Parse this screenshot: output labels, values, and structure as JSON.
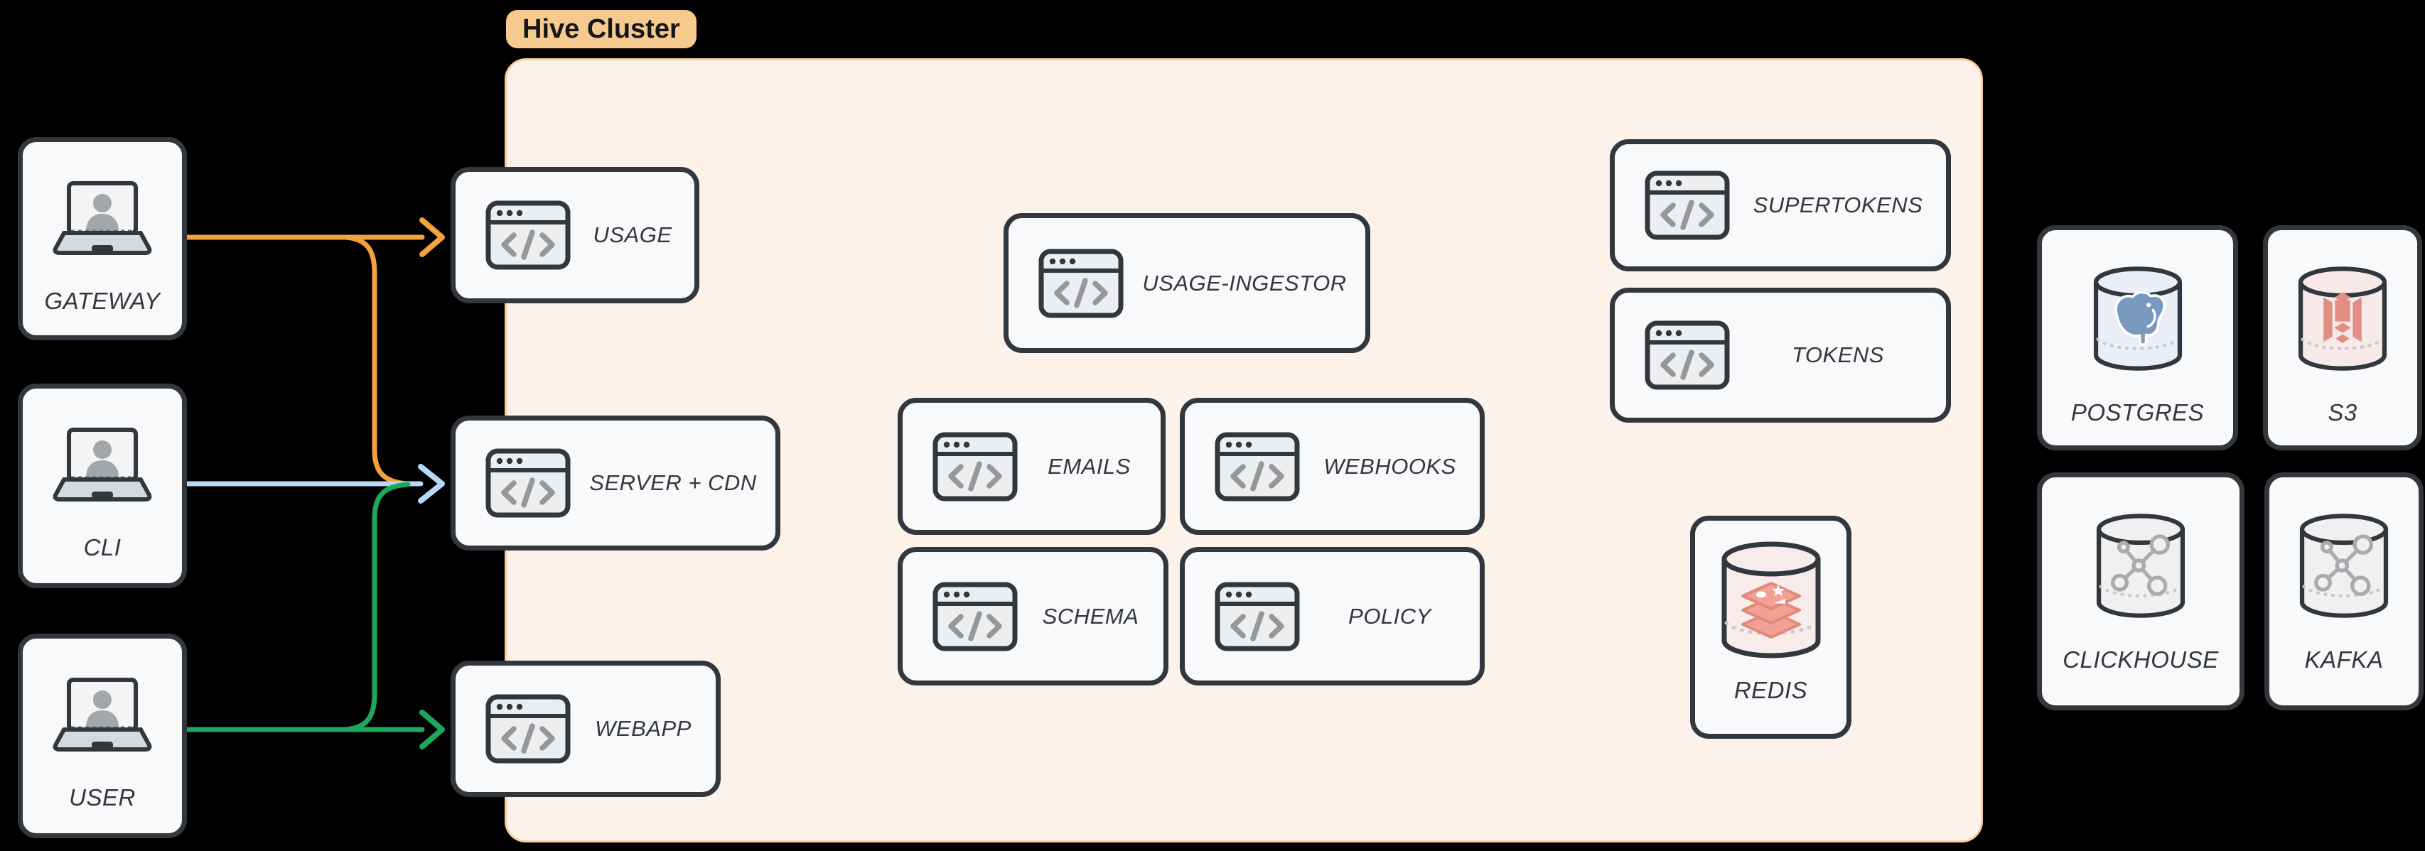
{
  "canvas": {
    "background": "#000000"
  },
  "colors": {
    "canvas-bg": "#000000",
    "node-bg": "#F8F9FA",
    "node-border": "#31373D",
    "label": "#34383C",
    "cluster-bg": "#FCF2E9",
    "cluster-border": "#F8CFA0",
    "badge-bg": "#F6C98F",
    "badge-text": "#14161A",
    "edge-orange": "#F5A13B",
    "edge-blue": "#B5D8F6",
    "edge-green": "#1EA75F",
    "icon-dark": "#31373D",
    "icon-gray": "#95989B",
    "icon-fill": "#EDEEEF",
    "laptop-base": "#D7DADC",
    "silhouette": "#A2A7AC",
    "postgres-tint": "#EAEEF7",
    "postgres-logo": "#7A99BE",
    "s3-tint": "#F7E9E8",
    "s3-logo": "#E18F85",
    "redis-tint": "#F7ECEA",
    "redis-logo": "#F2A195",
    "redis-edge": "#E08A7E",
    "generic-tint": "#F0F0F1",
    "molecule": "#A9ABAE",
    "dash": "#C7C9CC"
  },
  "cluster": {
    "label": "Hive Cluster"
  },
  "actors": [
    {
      "id": "gateway",
      "label": "GATEWAY",
      "icon": "laptop-user-icon"
    },
    {
      "id": "cli",
      "label": "CLI",
      "icon": "laptop-user-icon"
    },
    {
      "id": "user",
      "label": "USER",
      "icon": "laptop-user-icon"
    }
  ],
  "services": [
    {
      "id": "usage",
      "label": "USAGE",
      "icon": "browser-code-icon"
    },
    {
      "id": "server-cdn",
      "label": "SERVER + CDN",
      "icon": "browser-code-icon"
    },
    {
      "id": "webapp",
      "label": "WEBAPP",
      "icon": "browser-code-icon"
    },
    {
      "id": "usage-ingestor",
      "label": "USAGE-INGESTOR",
      "icon": "browser-code-icon"
    },
    {
      "id": "emails",
      "label": "EMAILS",
      "icon": "browser-code-icon"
    },
    {
      "id": "webhooks",
      "label": "WEBHOOKS",
      "icon": "browser-code-icon"
    },
    {
      "id": "schema",
      "label": "SCHEMA",
      "icon": "browser-code-icon"
    },
    {
      "id": "policy",
      "label": "POLICY",
      "icon": "browser-code-icon"
    },
    {
      "id": "supertokens",
      "label": "SUPERTOKENS",
      "icon": "browser-code-icon"
    },
    {
      "id": "tokens",
      "label": "TOKENS",
      "icon": "browser-code-icon"
    },
    {
      "id": "redis",
      "label": "REDIS",
      "icon": "redis-database-icon"
    }
  ],
  "datastores": [
    {
      "id": "postgres",
      "label": "POSTGRES",
      "icon": "postgres-database-icon"
    },
    {
      "id": "s3",
      "label": "S3",
      "icon": "s3-database-icon"
    },
    {
      "id": "clickhouse",
      "label": "CLICKHOUSE",
      "icon": "cluster-database-icon"
    },
    {
      "id": "kafka",
      "label": "KAFKA",
      "icon": "cluster-database-icon"
    }
  ],
  "edges": [
    {
      "from": "gateway",
      "to": "usage",
      "color": "#F5A13B"
    },
    {
      "from": "gateway",
      "to": "server-cdn",
      "color": "#F5A13B"
    },
    {
      "from": "cli",
      "to": "server-cdn",
      "color": "#B5D8F6"
    },
    {
      "from": "user",
      "to": "server-cdn",
      "color": "#1EA75F"
    },
    {
      "from": "user",
      "to": "webapp",
      "color": "#1EA75F"
    }
  ]
}
